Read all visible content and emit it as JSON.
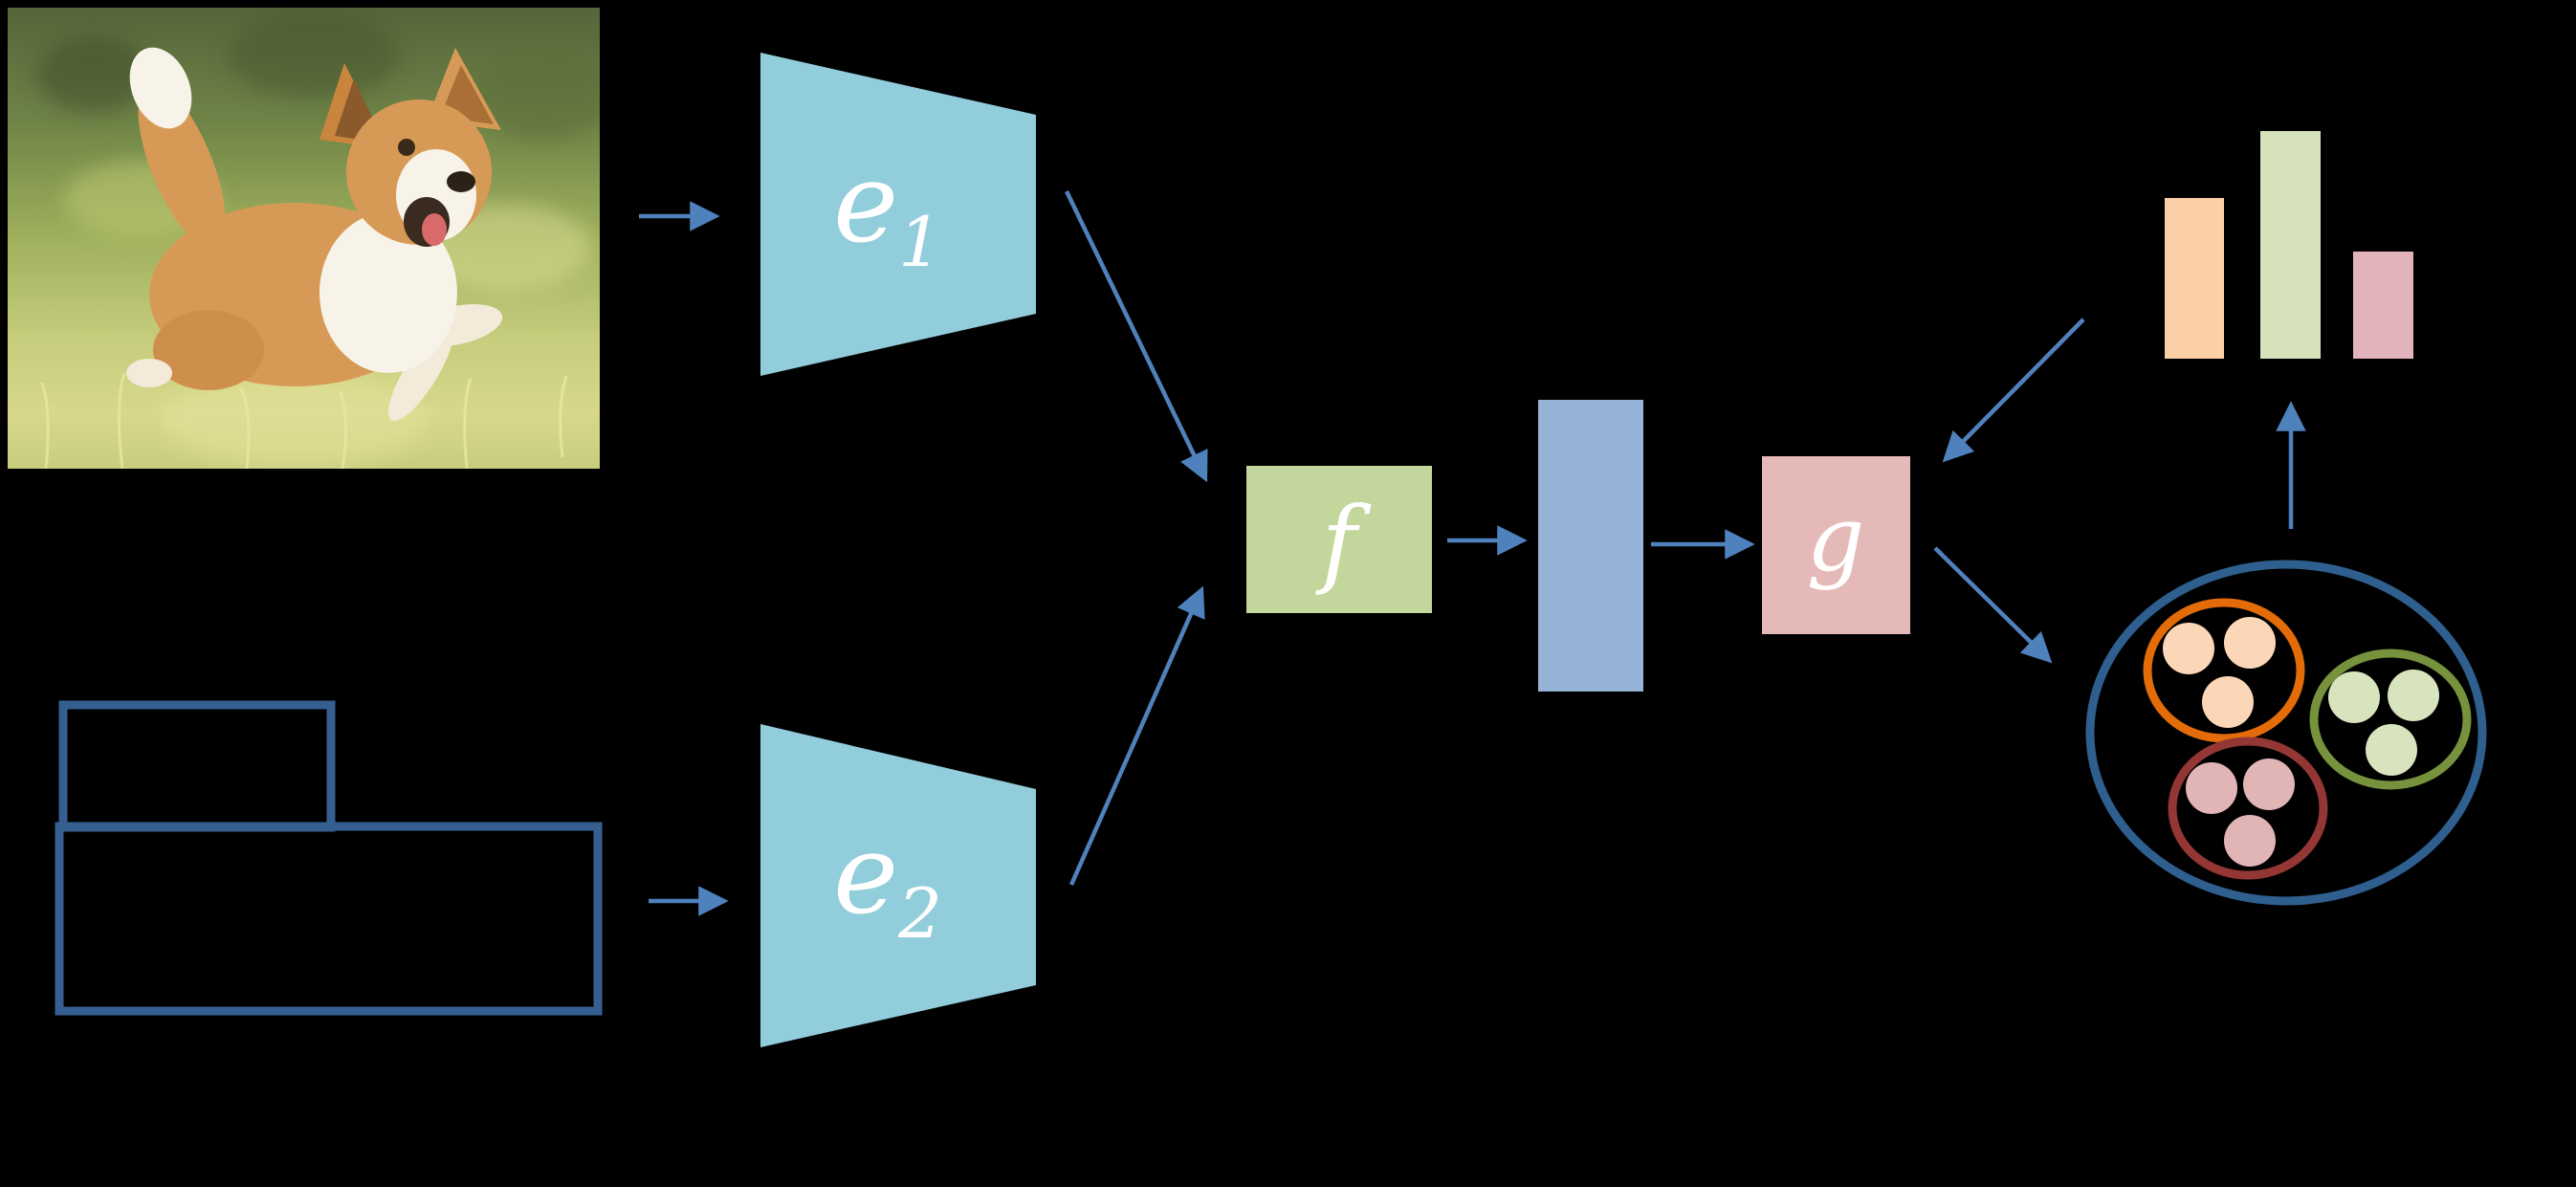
{
  "scene": {
    "background": "#000000",
    "photo": {
      "desc": "corgi dog running through a sunny grass field"
    },
    "labels": {
      "e1_base": "e",
      "e1_sub": "1",
      "e2_base": "e",
      "e2_sub": "2",
      "f": "f",
      "g": "g"
    },
    "colors": {
      "arrow": "#4F81BD",
      "outline_box": "#365F91",
      "encoder_fill": "#92CDDC",
      "fusion_fill": "#C3D69B",
      "embedding_fill": "#95B3D7",
      "head_fill": "#E5B9B7",
      "bar1": "#FBD0A9",
      "bar2": "#D6E3BA",
      "bar3": "#E2B3BA",
      "cluster_outer_stroke": "#2E5F8F",
      "cluster_orange_stroke": "#E36C09",
      "cluster_green_stroke": "#76923C",
      "cluster_red_stroke": "#943634",
      "dot_orange": "#FCD7B7",
      "dot_green": "#D8E4BE",
      "dot_red": "#E1B4B6"
    }
  },
  "chart_data": {
    "type": "bar",
    "categories": [
      "bar-1",
      "bar-2",
      "bar-3"
    ],
    "values": [
      168,
      238,
      112
    ],
    "title": "",
    "xlabel": "",
    "ylabel": "",
    "note": "unlabeled class-probability style bars; values are bar heights in px, baseline y=375, bar width ~63px"
  }
}
